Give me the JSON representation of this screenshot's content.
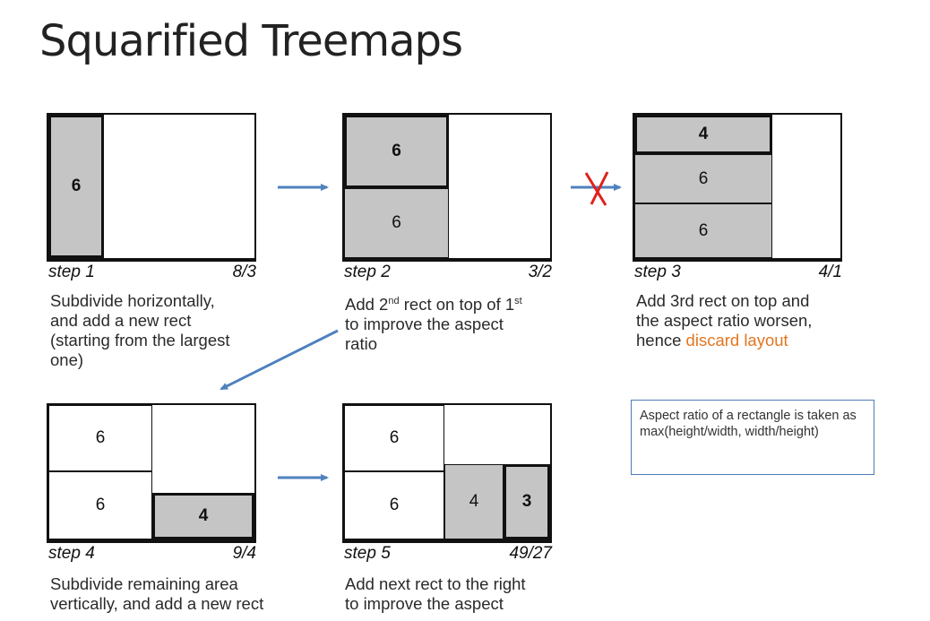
{
  "title": "Squarified Treemaps",
  "steps": [
    {
      "label": "step 1",
      "ratio": "8/3",
      "cells": [
        "6"
      ],
      "caption": [
        "Subdivide horizontally,",
        "and add a new rect",
        "(starting from the largest",
        "one)"
      ]
    },
    {
      "label": "step 2",
      "ratio": "3/2",
      "cells": [
        "6",
        "6"
      ],
      "caption": {
        "l1_pre": "Add 2",
        "l1_sup1": "nd",
        "l1_mid": " rect on top of 1",
        "l1_sup2": "st",
        "l2": "to improve the aspect",
        "l3": "ratio"
      }
    },
    {
      "label": "step 3",
      "ratio": "4/1",
      "cells": [
        "4",
        "6",
        "6"
      ],
      "caption": {
        "l1": "Add 3rd rect on top and",
        "l2": "the aspect ratio worsen,",
        "l3_pre": "hence ",
        "l3_highlight": "discard layout"
      }
    },
    {
      "label": "step 4",
      "ratio": "9/4",
      "cells": [
        "6",
        "6",
        "4"
      ],
      "caption": [
        "Subdivide remaining area",
        "vertically, and add a new rect"
      ]
    },
    {
      "label": "step 5",
      "ratio": "49/27",
      "cells": [
        "6",
        "6",
        "4",
        "3"
      ],
      "caption": [
        "Add next rect to the right",
        "to improve the aspect"
      ]
    }
  ],
  "note": "Aspect ratio of a rectangle is taken as max(height/width, width/height)",
  "colors": {
    "arrow": "#4f81bd",
    "reject": "#e0201b",
    "highlight": "#e2761f",
    "cell_fill": "#c5c5c5"
  }
}
